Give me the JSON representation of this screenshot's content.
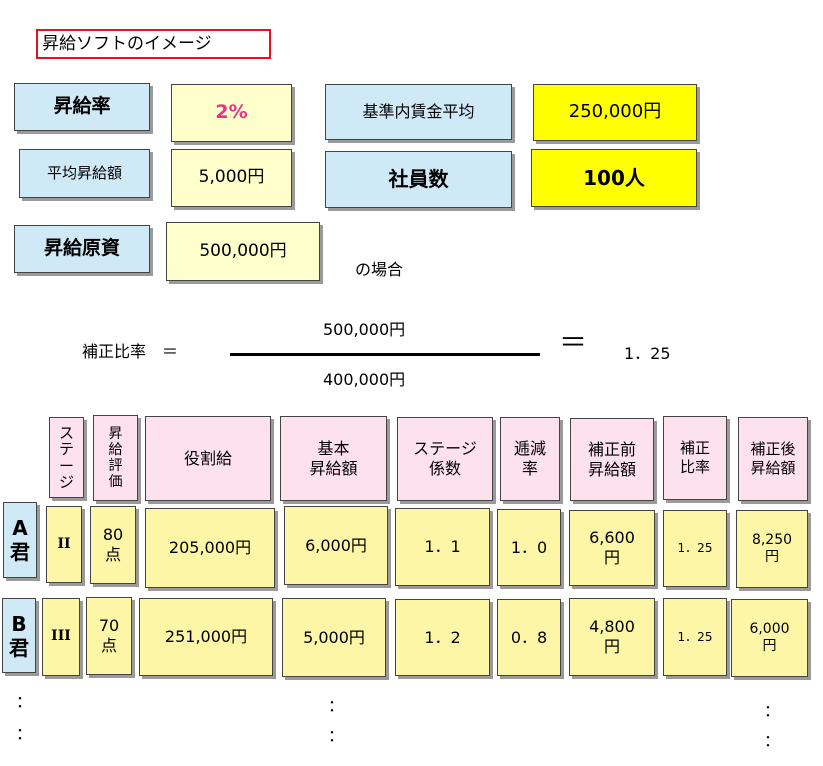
{
  "title": "昇給ソフトのイメージ",
  "params": {
    "raise_rate_label": "昇給率",
    "raise_rate_value": "2%",
    "base_avg_label": "基準内賃金平均",
    "base_avg_value": "250,000円",
    "avg_raise_label": "平均昇給額",
    "avg_raise_value": "5,000円",
    "employees_label": "社員数",
    "employees_value": "100人",
    "fund_label": "昇給原資",
    "fund_value": "500,000円",
    "case_text": "の場合"
  },
  "formula": {
    "label": "補正比率　＝",
    "numerator": "500,000円",
    "denominator": "400,000円",
    "equals": "＝",
    "result": "1．25",
    "pink_color": "#e8338a",
    "frame_color": "#e0141e"
  },
  "table": {
    "headers": {
      "stage": "ステージ",
      "eval": "昇給評価",
      "role": "役割給",
      "basic_1": "基本",
      "basic_2": "昇給額",
      "coef_1": "ステージ",
      "coef_2": "係数",
      "dec_1": "逓減",
      "dec_2": "率",
      "pre_1": "補正前",
      "pre_2": "昇給額",
      "ratio_1": "補正",
      "ratio_2": "比率",
      "post_1": "補正後",
      "post_2": "昇給額"
    },
    "rows": [
      {
        "name_1": "A",
        "name_2": "君",
        "stage": "II",
        "eval_1": "80",
        "eval_2": "点",
        "role": "205,000円",
        "basic": "6,000円",
        "coef": "1．1",
        "dec": "1．0",
        "pre_1": "6,600",
        "pre_2": "円",
        "ratio": "1．25",
        "post_1": "8,250",
        "post_2": "円"
      },
      {
        "name_1": "B",
        "name_2": "君",
        "stage": "III",
        "eval_1": "70",
        "eval_2": "点",
        "role": "251,000円",
        "basic": "5,000円",
        "coef": "1．2",
        "dec": "0．8",
        "pre_1": "4,800",
        "pre_2": "円",
        "ratio": "1．25",
        "post_1": "6,000",
        "post_2": "円"
      }
    ],
    "continuation": "："
  }
}
